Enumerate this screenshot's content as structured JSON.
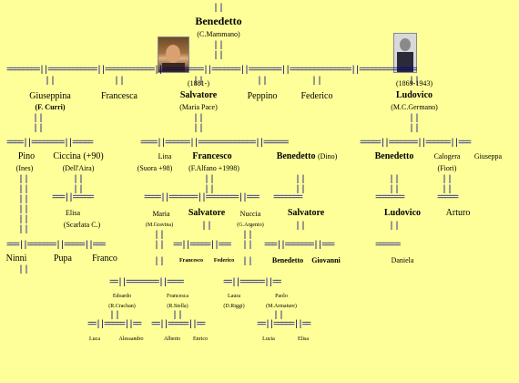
{
  "root": {
    "name": "Benedetto",
    "spouse": "(C.Mammano)"
  },
  "gen1": [
    {
      "name": "Giuseppina",
      "spouse": "(F. Curri)"
    },
    {
      "name": "Francesca"
    },
    {
      "name": "Salvatore",
      "dates": "(1881-)",
      "spouse": "(Maria Pace)"
    },
    {
      "name": "Peppino"
    },
    {
      "name": "Federico"
    },
    {
      "name": "Ludovico",
      "dates": "(1869-1943)",
      "spouse": "(M.C.Germano)"
    }
  ],
  "gen2": {
    "pino": "Pino",
    "pino_sp": "(Ines)",
    "ciccina": "Ciccina (+90)",
    "ciccina_sp": "(Dell'Aira)",
    "lina": "Lina",
    "lina_sp": "(Suora +98)",
    "francesco": "Francesco",
    "francesco_sp": "(F.Alfano +1998)",
    "benedetto_d": "Benedetto",
    "benedetto_d_nick": "(Dino)",
    "benedetto_l": "Benedetto",
    "calogera": "Calogera",
    "calogera_sp": "(Fiori)",
    "giuseppa": "Giuseppa"
  },
  "gen3": {
    "elisa": "Elisa",
    "elisa_sp": "(Scarlata C.)",
    "maria": "Maria",
    "maria_sp": "(M.Gravina)",
    "salvatore_f": "Salvatore",
    "nuccia": "Nuccia",
    "nuccia_sp": "(G.Argento)",
    "salvatore_d": "Salvatore",
    "ludovico": "Ludovico",
    "arturo": "Arturo",
    "ninni": "Ninni",
    "pupa": "Pupa",
    "franco": "Franco",
    "francesco_s": "Francesco",
    "federico_s": "Federico",
    "benedetto_s": "Benedetto",
    "giovanni": "Giovanni",
    "daniela": "Daniela"
  },
  "gen4": {
    "edoardo": "Edoardo",
    "edoardo_sp": "(R.Crachan)",
    "francesca": "Francesca",
    "francesca_sp": "(R.Stella)",
    "laura": "Laura",
    "laura_sp": "(D.Riggi)",
    "paolo": "Paolo",
    "paolo_sp": "(M.Armature)"
  },
  "gen5": {
    "luca": "Luca",
    "alessandro": "Alessandro",
    "alberto": "Alberto",
    "enrico": "Enrico",
    "lucia": "Lucia",
    "elisa": "Elisa"
  },
  "colors": {
    "background": "#ffff99",
    "lines": "#000080"
  }
}
